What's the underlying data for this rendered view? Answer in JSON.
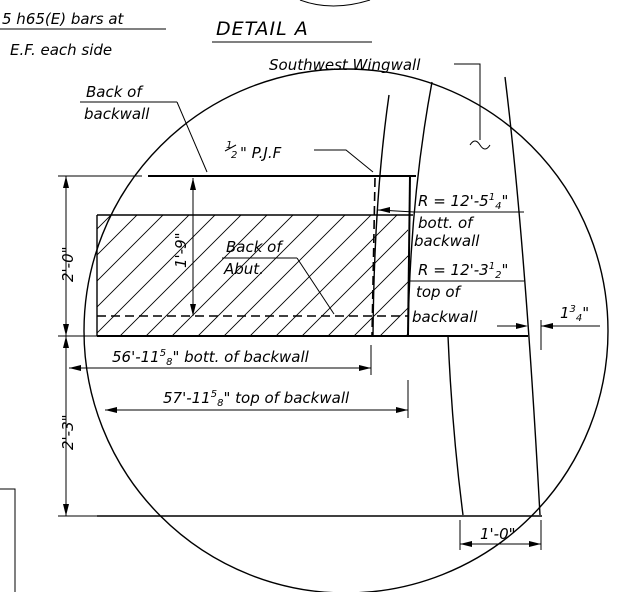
{
  "labels": {
    "detail_title": "DETAIL A",
    "top_note_line1": "5 h65(E) bars at",
    "top_note_line2": "E.F. each side",
    "wingwall": "Southwest Wingwall",
    "back_of_backwall_1": "Back of",
    "back_of_backwall_2": "backwall",
    "pjf": "\" P.J.F",
    "pjf_frac_num": "1",
    "pjf_frac_den": "2",
    "back_of_abut_1": "Back of",
    "back_of_abut_2": "Abut.",
    "dim_1_9": "1'-9\"",
    "dim_2_0": "2'-0\"",
    "dim_2_3": "2'-3\"",
    "r1_main": "R = 12'-5",
    "r1_sup": "1",
    "r1_sub": "4",
    "r1_end": "\"",
    "r1_sub1": "bott. of",
    "r1_sub2": "backwall",
    "r2_main": "R = 12'-3",
    "r2_sup": "1",
    "r2_sub": "2",
    "r2_end": "\"",
    "r2_sub1": "top of",
    "r2_sub2": "backwall",
    "dim_1_3_4_main": "1",
    "dim_1_3_4_sup": "3",
    "dim_1_3_4_sub": "4",
    "dim_1_3_4_end": "\"",
    "dim_56_main": "56'-11",
    "dim_56_sup": "5",
    "dim_56_sub": "8",
    "dim_56_end": "\" bott. of backwall",
    "dim_57_main": "57'-11",
    "dim_57_sup": "5",
    "dim_57_sub": "8",
    "dim_57_end": "\" top of backwall",
    "dim_1_0": "1'-0\""
  }
}
